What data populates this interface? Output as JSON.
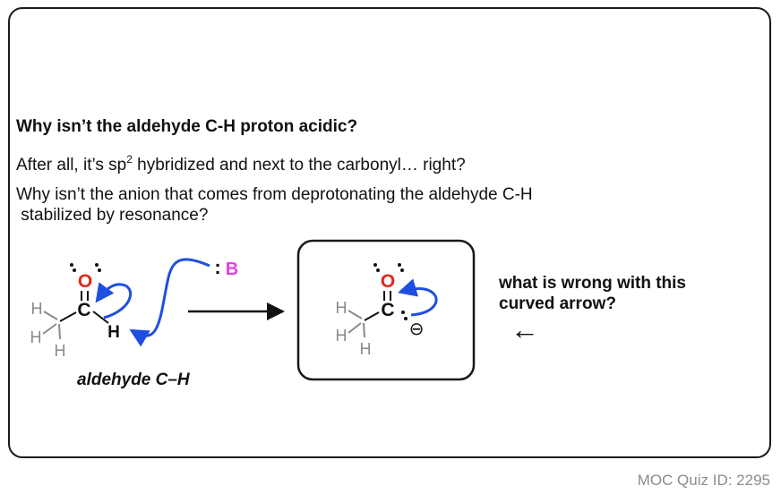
{
  "question": {
    "title": "Why isn’t the aldehyde C-H proton acidic?",
    "line1_before": "After all, it’s sp",
    "line1_sup": "2",
    "line1_after": " hybridized and next to the carbonyl… right?",
    "line2a": "Why isn’t the anion that comes from deprotonating the aldehyde C-H",
    "line2b": " stabilized by resonance?"
  },
  "reactant": {
    "atoms": {
      "oxygen": "O",
      "carbon": "C",
      "hydrogen": "H",
      "base": "B",
      "lone_pair_base": ":"
    },
    "caption": "aldehyde C–H"
  },
  "product": {
    "atoms": {
      "oxygen": "O",
      "carbon": "C",
      "hydrogen": "H",
      "lone_pair": ":",
      "charge": "⊖"
    }
  },
  "callout": {
    "line1": "what is wrong with this",
    "line2": "curved arrow?",
    "pointer": "←"
  },
  "footer": "MOC Quiz ID: 2295",
  "colors": {
    "oxygen": "#e0291c",
    "base": "#e83fe0",
    "curved_arrow": "#1f4fe0",
    "methyl_h": "#8a8a8a",
    "text": "#111111"
  }
}
